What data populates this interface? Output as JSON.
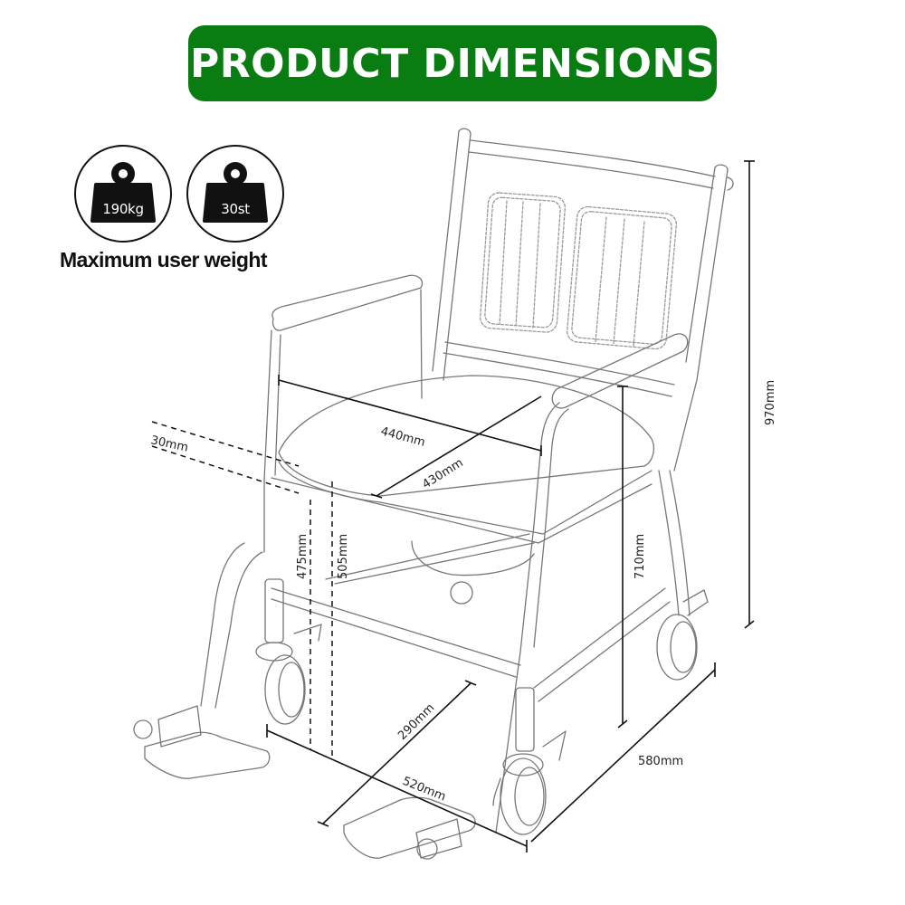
{
  "banner": {
    "title": "PRODUCT DIMENSIONS",
    "color": "#0a7d12",
    "text_color": "#ffffff"
  },
  "weight": {
    "badges": [
      {
        "icon": "weight-icon",
        "label": "190kg"
      },
      {
        "icon": "weight-icon",
        "label": "30st"
      }
    ],
    "caption": "Maximum user weight"
  },
  "dimensions": {
    "seat_width": "440mm",
    "seat_depth": "430mm",
    "cushion_thickness": "30mm",
    "seat_height_frame": "475mm",
    "seat_height_cushion": "505mm",
    "armrest_height": "710mm",
    "overall_height": "970mm",
    "footrest_depth": "290mm",
    "overall_width": "520mm",
    "overall_depth": "580mm"
  },
  "illustration": {
    "subject": "commode-wheelchair-line-drawing",
    "line_color": "#555555",
    "dim_color": "#111111"
  }
}
